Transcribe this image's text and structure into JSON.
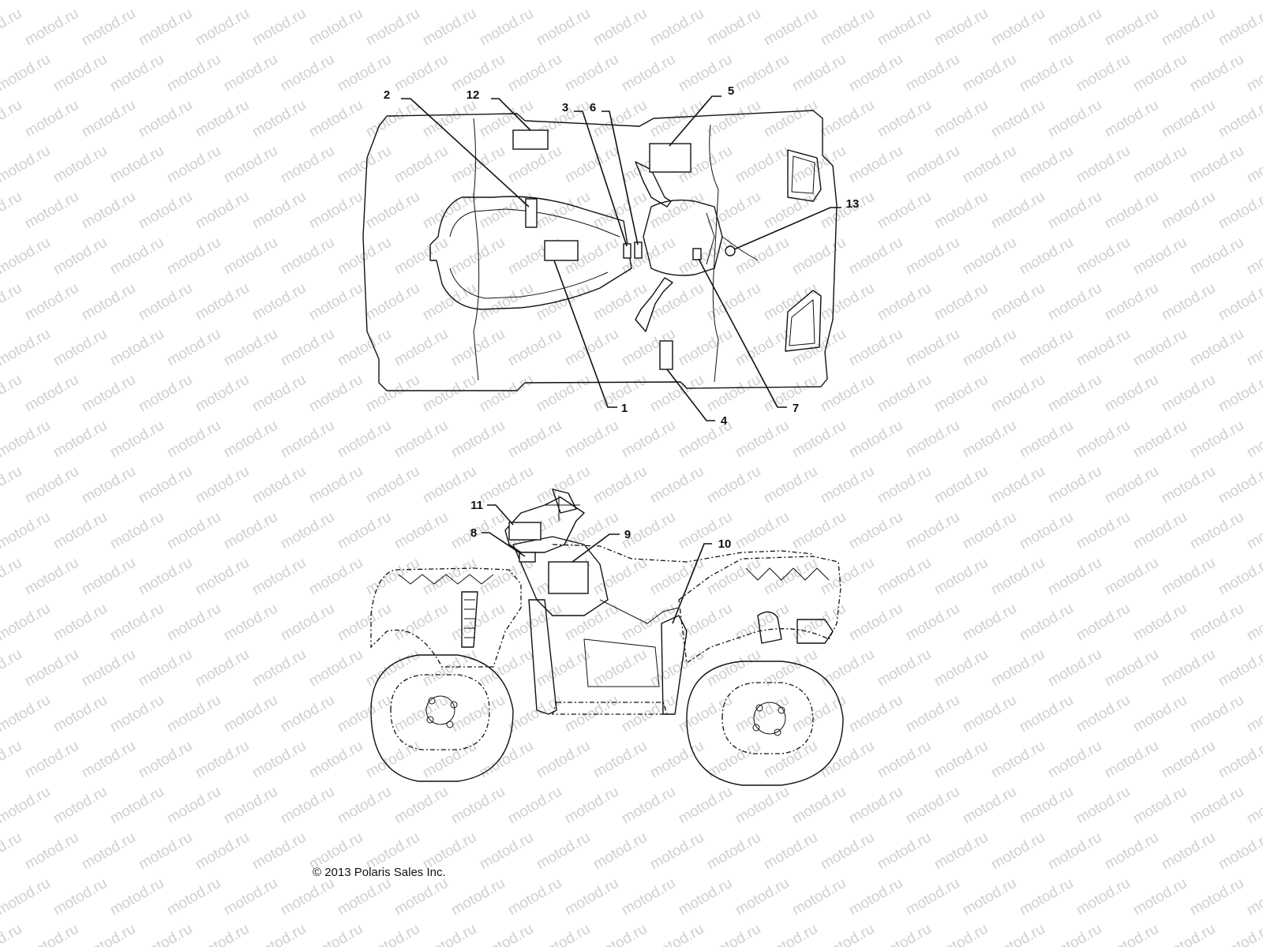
{
  "watermark": {
    "text": "motod.ru"
  },
  "callouts": [
    {
      "num": "1"
    },
    {
      "num": "2"
    },
    {
      "num": "3"
    },
    {
      "num": "4"
    },
    {
      "num": "5"
    },
    {
      "num": "6"
    },
    {
      "num": "7"
    },
    {
      "num": "8"
    },
    {
      "num": "9"
    },
    {
      "num": "10"
    },
    {
      "num": "11"
    },
    {
      "num": "12"
    },
    {
      "num": "13"
    }
  ],
  "copyright": "© 2013 Polaris Sales Inc."
}
